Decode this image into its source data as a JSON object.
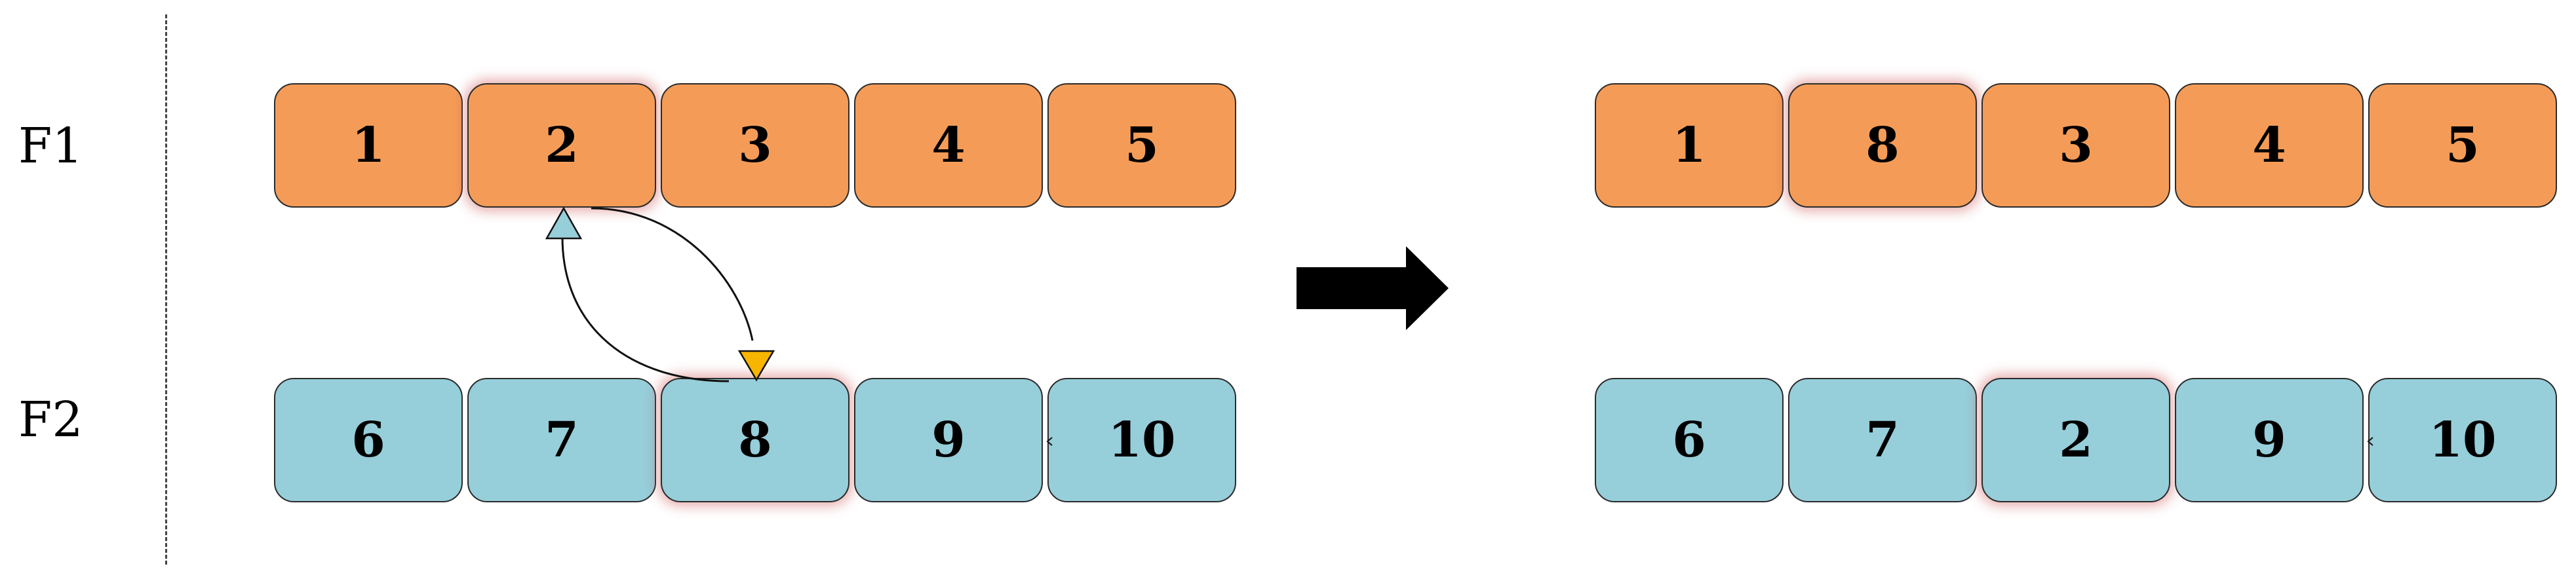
{
  "labels": {
    "f1": "F1",
    "f2": "F2"
  },
  "before": {
    "f1": [
      "1",
      "2",
      "3",
      "4",
      "5"
    ],
    "f2": [
      "6",
      "7",
      "8",
      "9",
      "10"
    ]
  },
  "after": {
    "f1": [
      "1",
      "8",
      "3",
      "4",
      "5"
    ],
    "f2": [
      "6",
      "7",
      "2",
      "9",
      "10"
    ]
  },
  "colors": {
    "f1_fill": "#f49c57",
    "f2_fill": "#96ceda",
    "arrow_up": "#96ceda",
    "arrow_down": "#f7b500"
  },
  "icons": [
    "big-right-arrow-icon",
    "swap-arrow-icon"
  ]
}
